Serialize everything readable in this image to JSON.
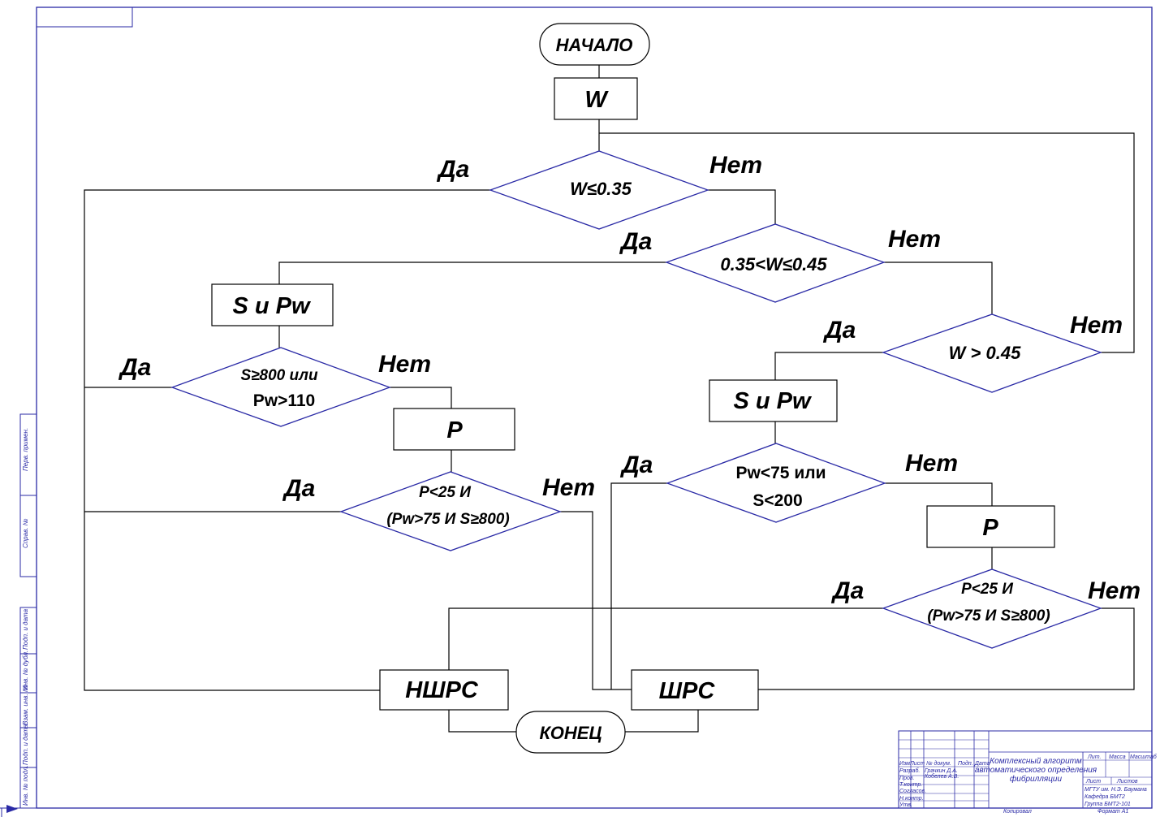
{
  "flowchart": {
    "start": "НАЧАЛО",
    "end": "КОНЕЦ",
    "input_w": "W",
    "decision1": "W≤0.35",
    "decision2": "0.35<W≤0.45",
    "decision3": "W > 0.45",
    "input_s_pw_left": "S и Pw",
    "input_s_pw_right": "S и Pw",
    "decision_left_line1": "S≥800 или",
    "decision_left_line2": "Pw>110",
    "decision_right_line1": "Pw<75 или",
    "decision_right_line2": "S<200",
    "input_p_left": "P",
    "input_p_right": "P",
    "decision_p_left_line1": "P<25 И",
    "decision_p_left_line2": "(Pw>75 И S≥800)",
    "decision_p_right_line1": "P<25 И",
    "decision_p_right_line2": "(Pw>75 И S≥800)",
    "result_nshrs": "НШРС",
    "result_shrs": "ШРС",
    "yes": "Да",
    "no": "Нет"
  },
  "title_block": {
    "title_line1": "Комплексный алгоритм",
    "title_line2": "автоматического определения",
    "title_line3": "фибрилляции",
    "col_izm": "Изм",
    "col_list": "Лист",
    "col_doc": "№ докум.",
    "col_podp": "Подп.",
    "col_data": "Дата",
    "row_razrab": "Разраб.",
    "row_prov": "Пров.",
    "row_tkontr": "Т.контр.",
    "row_soglas": "Согласов.",
    "row_nkontr": "Н.контр.",
    "row_utv": "Утв.",
    "name1": "Грачкин Д.А.",
    "name2": "Кобелев А.В.",
    "lit": "Лит.",
    "massa": "Масса",
    "masshtab": "Масштаб",
    "list": "Лист",
    "listov": "Листов",
    "org_line1": "МГТУ им. Н.Э. Баумана",
    "org_line2": "Кафедра БМТ2",
    "org_line3": "Группа БМТ2-101",
    "kopiroval": "Копировал",
    "format": "Формат  А1"
  },
  "side_stamp": {
    "perv_primen": "Перв. примен.",
    "sprav": "Справ. №",
    "podp_data1": "Подп. и дата",
    "inv_dubl": "Инв. № дубл.",
    "vzam_inv": "Взам. инв. №",
    "podp_data2": "Подп. и дата",
    "inv_podl": "Инв. № подл."
  }
}
